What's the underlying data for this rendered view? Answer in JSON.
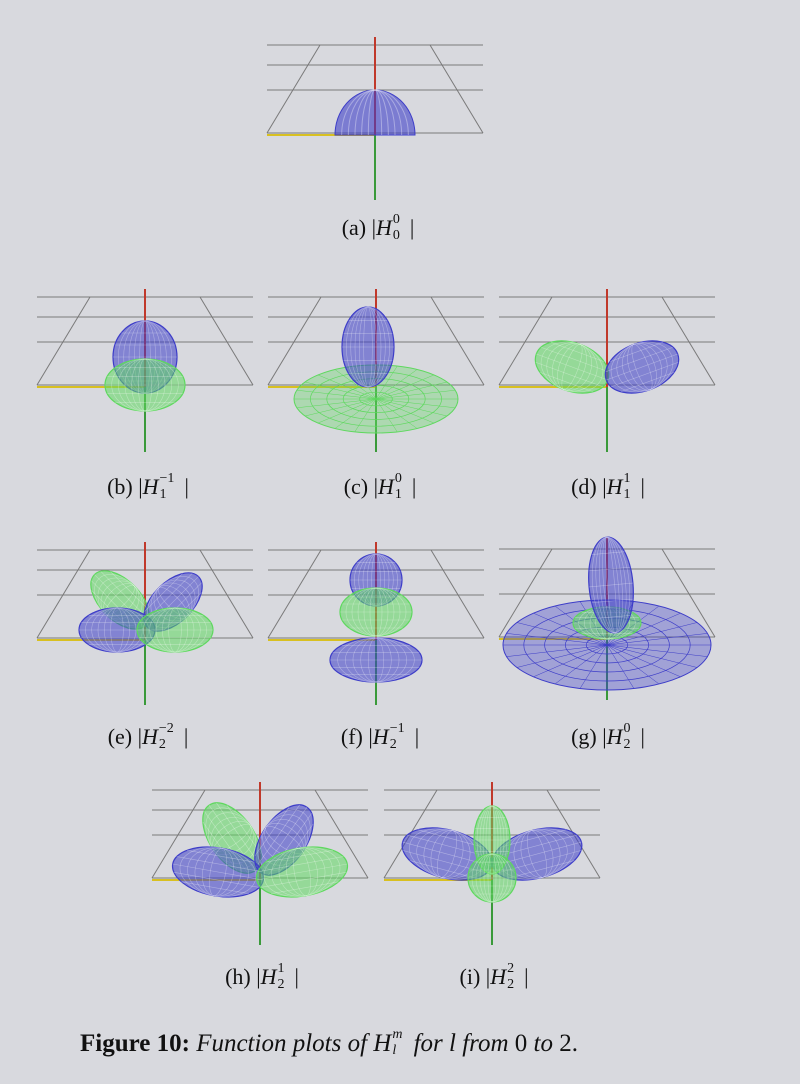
{
  "panels": [
    {
      "id": "a",
      "label": "(a)",
      "sup": "0",
      "sub": "0"
    },
    {
      "id": "b",
      "label": "(b)",
      "sup": "−1",
      "sub": "1"
    },
    {
      "id": "c",
      "label": "(c)",
      "sup": "0",
      "sub": "1"
    },
    {
      "id": "d",
      "label": "(d)",
      "sup": "1",
      "sub": "1"
    },
    {
      "id": "e",
      "label": "(e)",
      "sup": "−2",
      "sub": "2"
    },
    {
      "id": "f",
      "label": "(f)",
      "sup": "−1",
      "sub": "2"
    },
    {
      "id": "g",
      "label": "(g)",
      "sup": "0",
      "sub": "2"
    },
    {
      "id": "h",
      "label": "(h)",
      "sup": "1",
      "sub": "2"
    },
    {
      "id": "i",
      "label": "(i)",
      "sup": "2",
      "sub": "2"
    }
  ],
  "symbol": "H",
  "figure_caption": {
    "label": "Figure 10:",
    "text_1": "Function plots of",
    "symbol": "H",
    "sup": "m",
    "sub": "l",
    "text_2": "for",
    "var": "l",
    "text_3": "from",
    "from": "0",
    "text_4": "to",
    "to": "2."
  },
  "colors": {
    "background": "#d8d9de",
    "grid": "#7a7a7a",
    "axis_vertical_top": "#c0392b",
    "axis_vertical_bottom": "#3a9a3a",
    "axis_horizontal": "#d8c020",
    "lobe_blue": "#3d3dc8",
    "lobe_green": "#5ed85e"
  }
}
